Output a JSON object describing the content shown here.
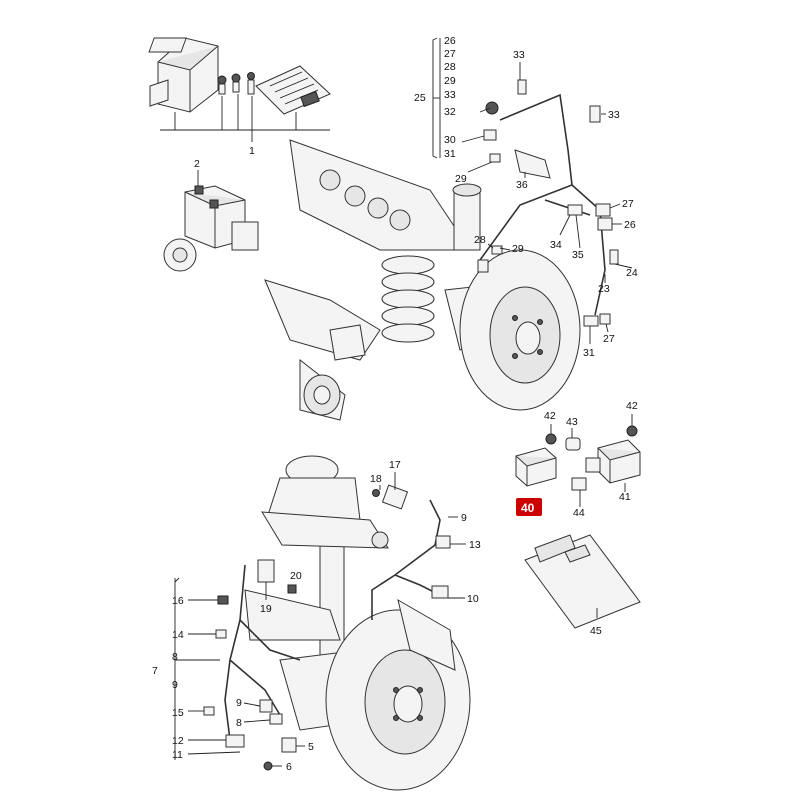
{
  "diagram": {
    "highlight": {
      "label": "40",
      "color": "#cc0000"
    },
    "callouts": [
      {
        "id": "c1",
        "text": "1"
      },
      {
        "id": "c2",
        "text": "2"
      },
      {
        "id": "c25",
        "text": "25"
      },
      {
        "id": "c26",
        "text": "26"
      },
      {
        "id": "c27a",
        "text": "27"
      },
      {
        "id": "c28a",
        "text": "28"
      },
      {
        "id": "c29a",
        "text": "29"
      },
      {
        "id": "c33a",
        "text": "33"
      },
      {
        "id": "c32",
        "text": "32"
      },
      {
        "id": "c30",
        "text": "30"
      },
      {
        "id": "c31a",
        "text": "31"
      },
      {
        "id": "c33b",
        "text": "33"
      },
      {
        "id": "c33c",
        "text": "33"
      },
      {
        "id": "c29b",
        "text": "29"
      },
      {
        "id": "c36",
        "text": "36"
      },
      {
        "id": "c27b",
        "text": "27"
      },
      {
        "id": "c26b",
        "text": "26"
      },
      {
        "id": "c34",
        "text": "34"
      },
      {
        "id": "c35",
        "text": "35"
      },
      {
        "id": "c28b",
        "text": "28"
      },
      {
        "id": "c29c",
        "text": "29"
      },
      {
        "id": "c24",
        "text": "24"
      },
      {
        "id": "c23",
        "text": "23"
      },
      {
        "id": "c31b",
        "text": "31"
      },
      {
        "id": "c27c",
        "text": "27"
      },
      {
        "id": "c42a",
        "text": "42"
      },
      {
        "id": "c43",
        "text": "43"
      },
      {
        "id": "c42b",
        "text": "42"
      },
      {
        "id": "c41",
        "text": "41"
      },
      {
        "id": "c44",
        "text": "44"
      },
      {
        "id": "c45",
        "text": "45"
      },
      {
        "id": "c18",
        "text": "18"
      },
      {
        "id": "c17",
        "text": "17"
      },
      {
        "id": "c9a",
        "text": "9"
      },
      {
        "id": "c13",
        "text": "13"
      },
      {
        "id": "c20",
        "text": "20"
      },
      {
        "id": "c19",
        "text": "19"
      },
      {
        "id": "c10",
        "text": "10"
      },
      {
        "id": "c16",
        "text": "16"
      },
      {
        "id": "c14",
        "text": "14"
      },
      {
        "id": "c7",
        "text": "7"
      },
      {
        "id": "c8a",
        "text": "8"
      },
      {
        "id": "c9b",
        "text": "9"
      },
      {
        "id": "c15",
        "text": "15"
      },
      {
        "id": "c12",
        "text": "12"
      },
      {
        "id": "c11",
        "text": "11"
      },
      {
        "id": "c9c",
        "text": "9"
      },
      {
        "id": "c8b",
        "text": "8"
      },
      {
        "id": "c5",
        "text": "5"
      },
      {
        "id": "c6",
        "text": "6"
      }
    ]
  }
}
